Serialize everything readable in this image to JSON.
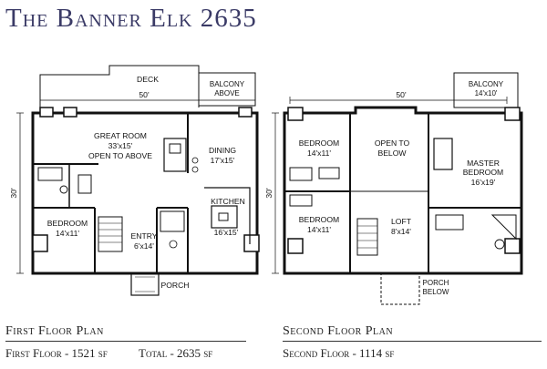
{
  "title": "The Banner Elk 2635",
  "first_floor": {
    "labels": {
      "deck": "DECK",
      "balcony": "BALCONY",
      "balcony2": "ABOVE",
      "width": "50'",
      "depth": "30'",
      "great_room": "GREAT ROOM",
      "great_room_size": "33'x15'",
      "great_room_note": "OPEN TO ABOVE",
      "dining": "DINING",
      "dining_size": "17'x15'",
      "kitchen": "KITCHEN",
      "kitchen_size": "16'x15'",
      "bedroom": "BEDROOM",
      "bedroom_size": "14'x11'",
      "entry": "ENTRY",
      "entry_size": "6'x14'",
      "porch": "PORCH"
    }
  },
  "second_floor": {
    "labels": {
      "balcony": "BALCONY",
      "balcony_size": "14'x10'",
      "width": "50'",
      "depth": "30'",
      "bedroom_a": "BEDROOM",
      "bedroom_a_size": "14'x11'",
      "open": "OPEN TO",
      "open2": "BELOW",
      "master": "MASTER",
      "master2": "BEDROOM",
      "master_size": "16'x19'",
      "bedroom_b": "BEDROOM",
      "bedroom_b_size": "14'x11'",
      "loft": "LOFT",
      "loft_size": "8'x14'",
      "porch": "PORCH",
      "porch2": "BELOW"
    }
  },
  "captions": {
    "first_heading": "First Floor Plan",
    "first_area": "First Floor - 1521 sf",
    "total_area": "Total - 2635  sf",
    "second_heading": "Second Floor Plan",
    "second_area": "Second Floor - 1114 sf"
  }
}
